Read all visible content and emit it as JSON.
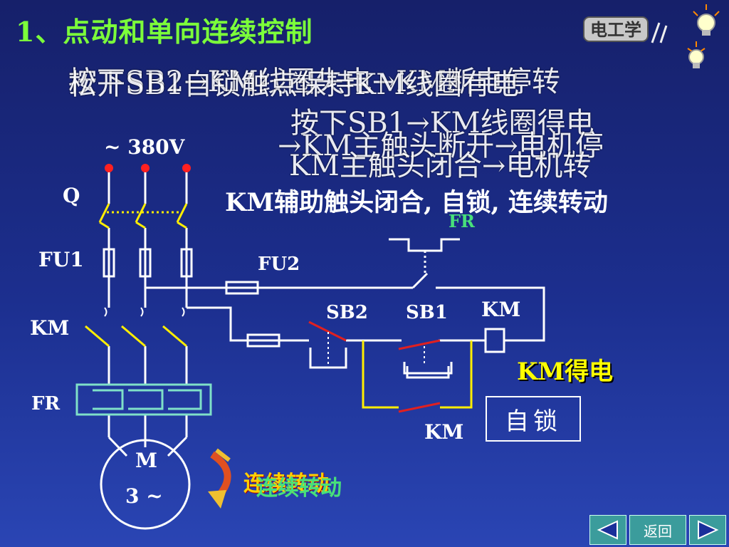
{
  "title": "1、点动和单向连续控制",
  "logo": {
    "text": "电工学"
  },
  "overlay_lines": [
    "按下SB2→KM线圈失电→KM断电停转",
    "松开SB1自锁触点保持KM线圈有电",
    "按下SB1→KM线圈得电",
    "→KM主触头断开→电机停",
    "KM主触头闭合→电机转"
  ],
  "status_line": "KM辅助触头闭合, 自锁, 连续转动",
  "labels": {
    "voltage": "~ 380V",
    "q": "Q",
    "fu1": "FU1",
    "km_main": "KM",
    "fr_main": "FR",
    "fu2": "FU2",
    "fr_ctrl": "FR",
    "sb2": "SB2",
    "sb1": "SB1",
    "km_coil": "KM",
    "km_aux": "KM",
    "motor_m": "M",
    "motor_3": "3 ~"
  },
  "km_energized": "KM得电",
  "self_lock": "自锁",
  "continuous": "连续转动",
  "nav": {
    "prev": "previous-arrow",
    "back": "返回",
    "next": "next-arrow"
  },
  "colors": {
    "title": "#7cff3a",
    "highlight": "#ffff00",
    "contact": "#e02020",
    "fr_box": "#7fe0c8",
    "continuous": "#48e07a"
  }
}
